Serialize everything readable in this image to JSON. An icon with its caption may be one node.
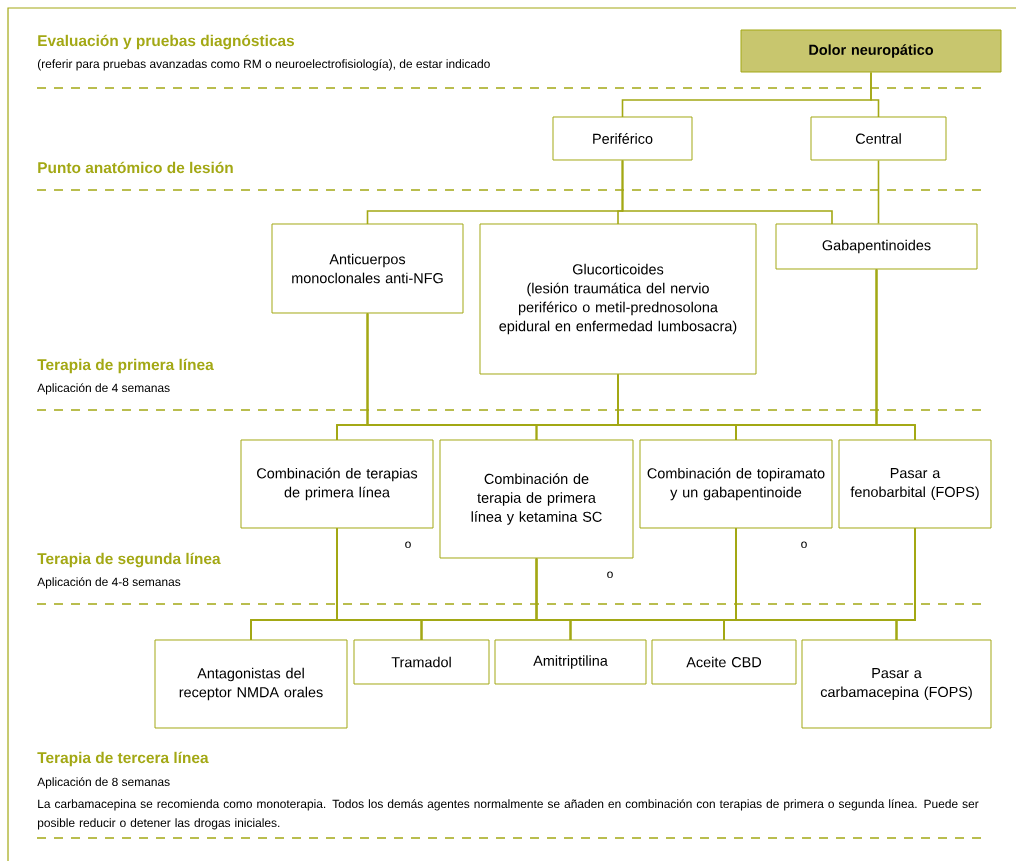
{
  "diagram": {
    "nodes": [
      {
        "text": [
          "Dolor neuropático"
        ]
      },
      {
        "text": [
          "Periférico"
        ]
      },
      {
        "text": [
          "Central"
        ]
      },
      {
        "text": [
          "Anticuerpos monoclonales anti-NFG"
        ]
      },
      {
        "text": [
          "Glucorticoides",
          "(lesión traumática del nervio periférico o metil-prednosolona epidural en enfermedad lumbosacra)"
        ]
      },
      {
        "text": [
          "Gabapentinoides"
        ]
      },
      {
        "text": [
          "Combinación de terapias de primera línea"
        ]
      },
      {
        "text": [
          "Combinación de terapia de primera línea y ketamina SC"
        ]
      },
      {
        "text": [
          "Combinación de topiramato y un gabapentinoide"
        ]
      },
      {
        "text": [
          "Pasar a fenobarbital (FOPS)"
        ]
      },
      {
        "text": [
          "Antagonistas del receptor NMDA orales"
        ]
      },
      {
        "text": [
          "Tramadol"
        ]
      },
      {
        "text": [
          "Amitriptilina"
        ]
      },
      {
        "text": [
          "Aceite CBD"
        ]
      },
      {
        "text": [
          "Pasar a carbamacepina (FOPS)"
        ]
      }
    ],
    "edges": [
      {
        "from": 0,
        "to": 1,
        "arrow": "none"
      },
      {
        "from": 0,
        "to": 2,
        "arrow": "none"
      },
      {
        "from": 1,
        "to": 3,
        "arrow": "none"
      },
      {
        "from": 1,
        "to": 4,
        "arrow": "none"
      },
      {
        "from": 1,
        "to": 5,
        "arrow": "none"
      },
      {
        "from": 2,
        "to": 5,
        "arrow": "none"
      },
      {
        "from": 3,
        "to": 6,
        "arrow": "none"
      },
      {
        "from": 3,
        "to": 7,
        "arrow": "none"
      },
      {
        "from": 3,
        "to": 8,
        "arrow": "none"
      },
      {
        "from": 3,
        "to": 9,
        "arrow": "none"
      },
      {
        "from": 4,
        "to": 6,
        "arrow": "none"
      },
      {
        "from": 4,
        "to": 7,
        "arrow": "none"
      },
      {
        "from": 4,
        "to": 8,
        "arrow": "none"
      },
      {
        "from": 4,
        "to": 9,
        "arrow": "none"
      },
      {
        "from": 5,
        "to": 6,
        "arrow": "none"
      },
      {
        "from": 5,
        "to": 7,
        "arrow": "none"
      },
      {
        "from": 5,
        "to": 8,
        "arrow": "none"
      },
      {
        "from": 5,
        "to": 9,
        "arrow": "none"
      },
      {
        "from": 6,
        "to": 10,
        "arrow": "none"
      },
      {
        "from": 6,
        "to": 11,
        "arrow": "none"
      },
      {
        "from": 6,
        "to": 12,
        "arrow": "none"
      },
      {
        "from": 6,
        "to": 13,
        "arrow": "none"
      },
      {
        "from": 6,
        "to": 14,
        "arrow": "none"
      },
      {
        "from": 7,
        "to": 10,
        "arrow": "none"
      },
      {
        "from": 7,
        "to": 11,
        "arrow": "none"
      },
      {
        "from": 7,
        "to": 12,
        "arrow": "none"
      },
      {
        "from": 7,
        "to": 13,
        "arrow": "none"
      },
      {
        "from": 7,
        "to": 14,
        "arrow": "none"
      },
      {
        "from": 8,
        "to": 10,
        "arrow": "none"
      },
      {
        "from": 8,
        "to": 11,
        "arrow": "none"
      },
      {
        "from": 8,
        "to": 12,
        "arrow": "none"
      },
      {
        "from": 8,
        "to": 13,
        "arrow": "none"
      },
      {
        "from": 8,
        "to": 14,
        "arrow": "none"
      },
      {
        "from": 9,
        "to": 10,
        "arrow": "none"
      },
      {
        "from": 9,
        "to": 11,
        "arrow": "none"
      },
      {
        "from": 9,
        "to": 12,
        "arrow": "none"
      },
      {
        "from": 9,
        "to": 13,
        "arrow": "none"
      },
      {
        "from": 9,
        "to": 14,
        "arrow": "none"
      }
    ],
    "labels": [
      "Evaluación y pruebas diagnósticas",
      "(referir para pruebas avanzadas como RM o neuroelectrofisiología), de estar indicado",
      "Punto anatómico de lesión",
      "Terapia de primera línea",
      "Aplicación de 4 semanas",
      "o",
      "o",
      "o",
      "Terapia de segunda línea",
      "Aplicación de 4-8 semanas",
      "Terapia de tercera línea",
      "Aplicación de 8 semanas",
      "La carbamacepina se recomienda como monoterapia. Todos los demás agentes normalmente se añaden en combinación con terapias de primera o segunda línea. Puede ser posible reducir o detener las drogas iniciales."
    ]
  }
}
